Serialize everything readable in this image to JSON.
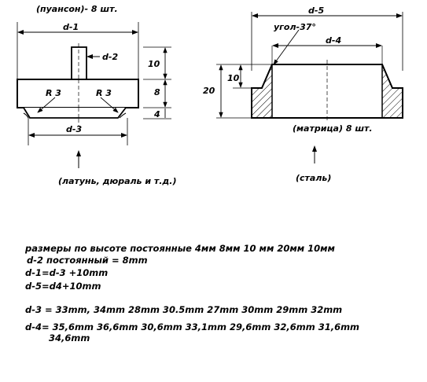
{
  "left_part": {
    "title": "(пуансон)-   8 шт.",
    "dims": {
      "d1": "d-1",
      "d2": "d-2",
      "d3": "d-3",
      "h10": "10",
      "h8": "8",
      "h4": "4",
      "r_left": "R 3",
      "r_right": "R 3"
    },
    "material": "(латунь, дюраль и т.д.)"
  },
  "right_part": {
    "title": "(матрица)  8 шт.",
    "dims": {
      "d5": "d-5",
      "d4": "d-4",
      "angle": "угол-37°",
      "h20": "20",
      "h10": "10"
    },
    "material": "(сталь)"
  },
  "notes": {
    "heights": "размеры по высоте постоянные   4мм 8мм 10 мм  20мм 10мм",
    "d2_const": "d-2 постоянный = 8mm",
    "d1_formula": "d-1=d-3 +10mm",
    "d5_formula": "d-5=d4+10mm",
    "d3_values": "d-3 = 33mm, 34mm 28mm 30.5mm 27mm  30mm   29mm 32mm",
    "d4_values": "d-4= 35,6mm 36,6mm 30,6mm 33,1mm 29,6mm  32,6mm  31,6mm",
    "d4_values_cont": "34,6mm"
  }
}
